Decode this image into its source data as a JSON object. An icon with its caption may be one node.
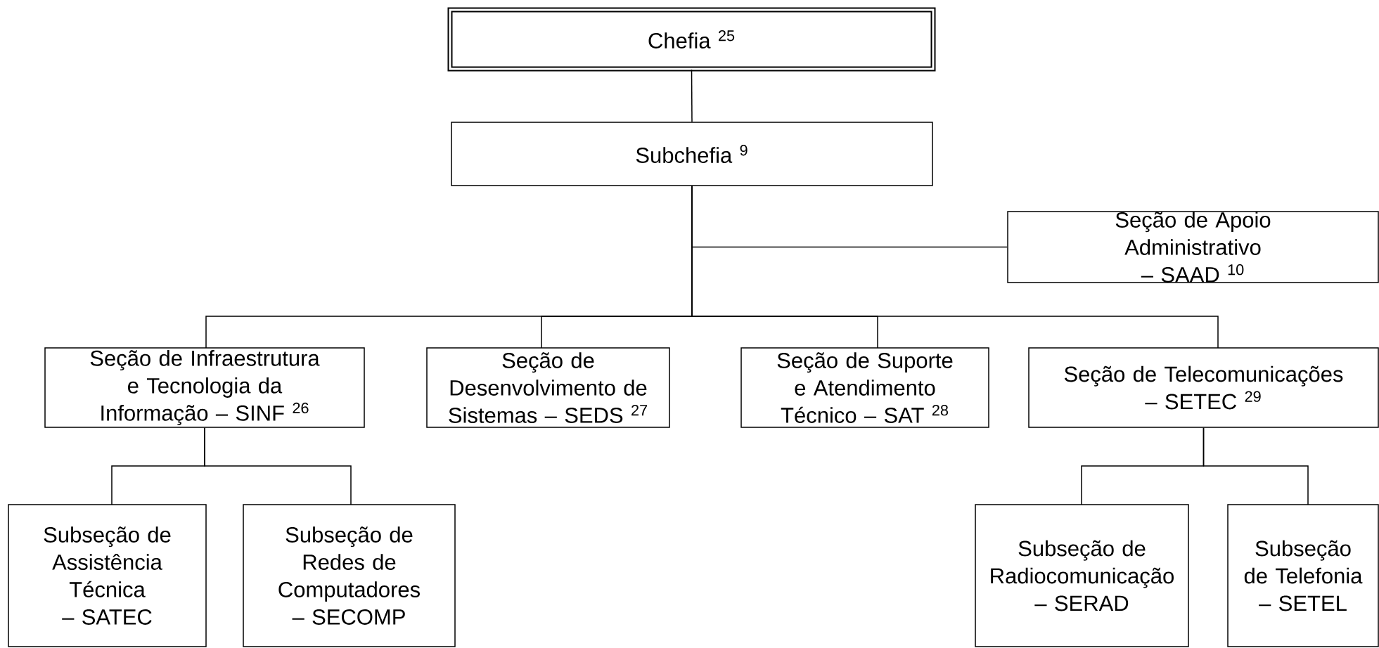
{
  "diagram": {
    "nodes": [
      {
        "text": [
          "Chefia $^{25}$"
        ]
      },
      {
        "text": [
          "Subchefia $^{9}$"
        ]
      },
      {
        "text": [
          "Seção de Apoio Administrativo – SAAD $^{10}$"
        ]
      },
      {
        "text": [
          "Seção de Infraestrutura e Tecnologia da Informação – SINF $^{26}$"
        ]
      },
      {
        "text": [
          "Seção de Desenvolvimento de Sistemas – SEDS $^{27}$"
        ]
      },
      {
        "text": [
          "Seção de Suporte e Atendimento Técnico – SAT $^{28}$"
        ]
      },
      {
        "text": [
          "Seção de Telecomunicações – SETEC $^{29}$"
        ]
      },
      {
        "text": [
          "Subseção de Assistência Técnica – SATEC"
        ]
      },
      {
        "text": [
          "Subseção de Redes de Computadores – SECOMP"
        ]
      },
      {
        "text": [
          "Subseção de Radiocomunicação – SERAD"
        ]
      },
      {
        "text": [
          "Subseção de Telefonia – SETEL"
        ]
      }
    ],
    "edges": [
      {
        "from": 0,
        "to": 1,
        "arrow": "none"
      },
      {
        "from": 1,
        "to": 2,
        "arrow": "none"
      },
      {
        "from": 1,
        "to": 3,
        "arrow": "none"
      },
      {
        "from": 1,
        "to": 4,
        "arrow": "none"
      },
      {
        "from": 1,
        "to": 5,
        "arrow": "none"
      },
      {
        "from": 1,
        "to": 6,
        "arrow": "none"
      },
      {
        "from": 3,
        "to": 7,
        "arrow": "none"
      },
      {
        "from": 3,
        "to": 8,
        "arrow": "none"
      },
      {
        "from": 6,
        "to": 9,
        "arrow": "none"
      },
      {
        "from": 6,
        "to": 10,
        "arrow": "none"
      }
    ]
  }
}
